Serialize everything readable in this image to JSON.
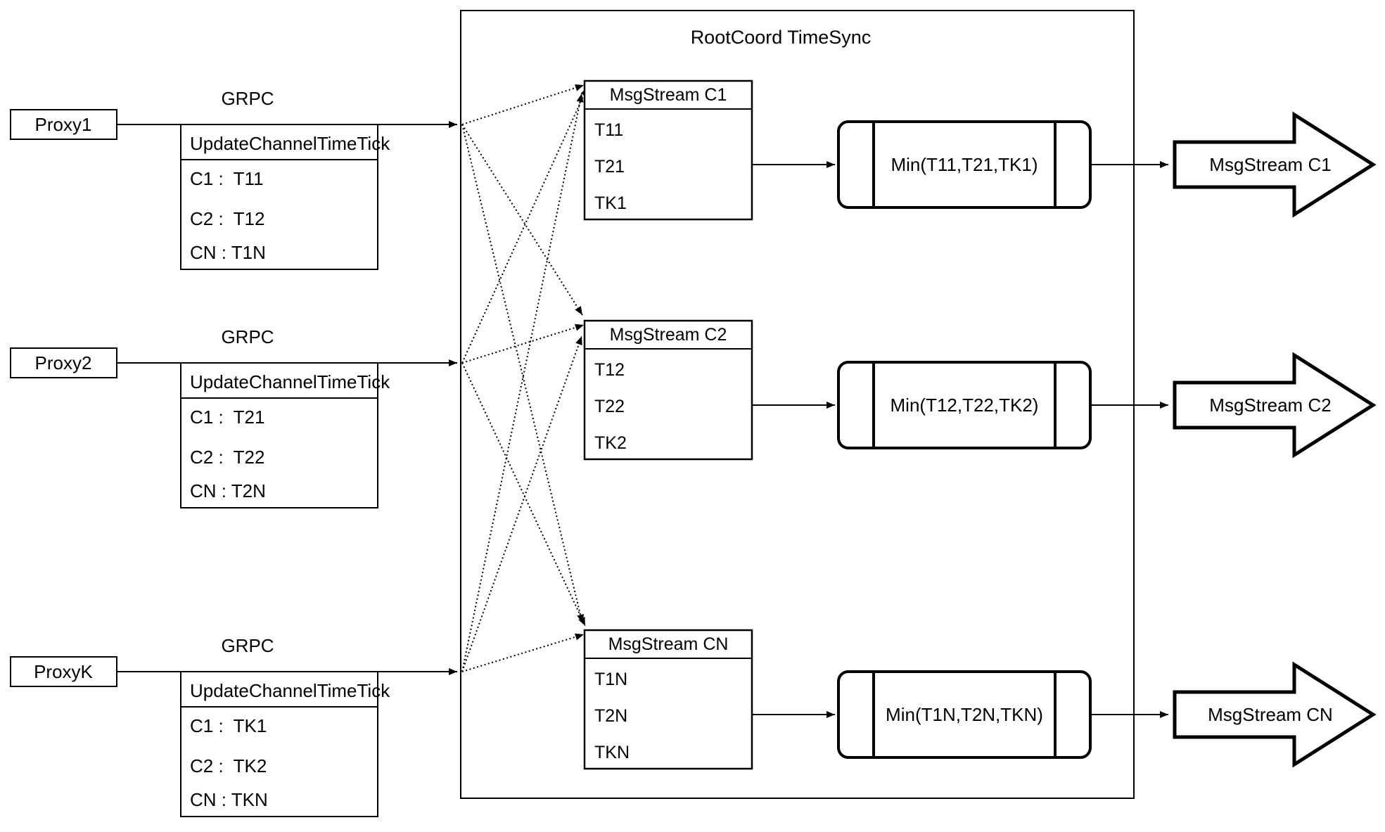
{
  "diagram": {
    "container_title": "RootCoord TimeSync",
    "proxies": [
      {
        "name": "Proxy1",
        "protocol_label": "GRPC",
        "message": "UpdateChannelTimeTick",
        "rows": [
          "C1 :  T11",
          "C2 :  T12",
          "CN : T1N"
        ]
      },
      {
        "name": "Proxy2",
        "protocol_label": "GRPC",
        "message": "UpdateChannelTimeTick",
        "rows": [
          "C1 :  T21",
          "C2 :  T22",
          "CN : T2N"
        ]
      },
      {
        "name": "ProxyK",
        "protocol_label": "GRPC",
        "message": "UpdateChannelTimeTick",
        "rows": [
          "C1 :  TK1",
          "C2 :  TK2",
          "CN : TKN"
        ]
      }
    ],
    "streams": [
      {
        "header": "MsgStream C1",
        "rows": [
          "T11",
          "T21",
          "TK1"
        ],
        "min_label": "Min(T11,T21,TK1)",
        "output_label": "MsgStream C1"
      },
      {
        "header": "MsgStream C2",
        "rows": [
          "T12",
          "T22",
          "TK2"
        ],
        "min_label": "Min(T12,T22,TK2)",
        "output_label": "MsgStream C2"
      },
      {
        "header": "MsgStream CN",
        "rows": [
          "T1N",
          "T2N",
          "TKN"
        ],
        "min_label": "Min(T1N,T2N,TKN)",
        "output_label": "MsgStream CN"
      }
    ],
    "colors": {
      "stroke": "#000000",
      "background": "#ffffff",
      "text": "#000000"
    }
  }
}
